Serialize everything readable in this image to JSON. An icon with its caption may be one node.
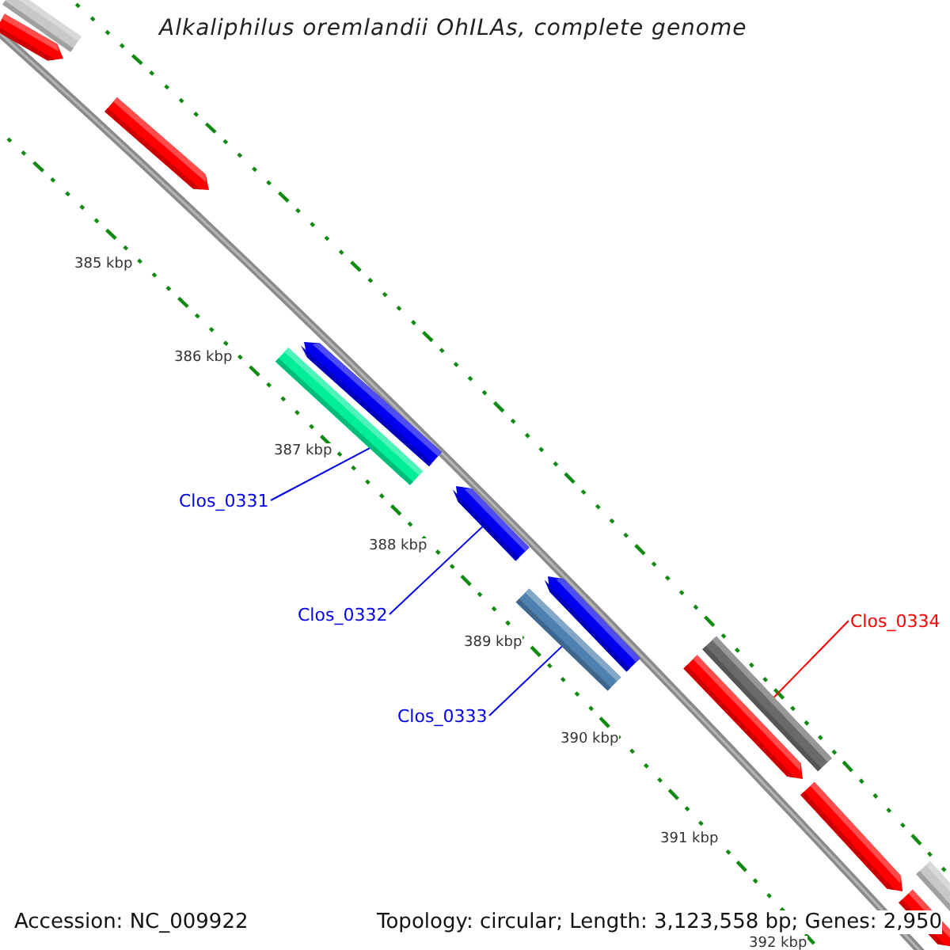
{
  "diagram": {
    "title": "Alkaliphilus oremlandii OhILAs, complete genome",
    "nodes": [
      {
        "text": [
          "Clos_0331"
        ]
      },
      {
        "text": [
          "Clos_0332"
        ]
      },
      {
        "text": [
          "Clos_0333"
        ]
      },
      {
        "text": [
          "Clos_0334"
        ]
      },
      {
        "text": [],
        "shape": "bar"
      },
      {
        "text": [],
        "shape": "pentagon"
      },
      {
        "text": [],
        "shape": "pentagon"
      },
      {
        "text": [],
        "shape": "bar"
      },
      {
        "text": [],
        "shape": "pentagon"
      },
      {
        "text": [],
        "shape": "pentagon"
      },
      {
        "text": [],
        "shape": "bar"
      },
      {
        "text": [],
        "shape": "pentagon"
      },
      {
        "text": [],
        "shape": "pentagon"
      },
      {
        "text": [],
        "shape": "bar"
      },
      {
        "text": [],
        "shape": "pentagon"
      },
      {
        "text": [],
        "shape": "pentagon"
      },
      {
        "text": [],
        "shape": "bar"
      }
    ],
    "edges": [
      {
        "from": 0,
        "to": 7,
        "arrow": "none"
      },
      {
        "from": 1,
        "to": 9,
        "arrow": "none"
      },
      {
        "from": 2,
        "to": 10,
        "arrow": "none"
      },
      {
        "from": 3,
        "to": 13,
        "arrow": "none",
        "color": "#ff0000"
      }
    ],
    "labels": [
      "385 kbp",
      "386 kbp",
      "387 kbp",
      "388 kbp",
      "389 kbp",
      "390 kbp",
      "391 kbp",
      "392 kbp",
      "Accession: NC_009922",
      "Topology: circular; Length: 3,123,558 bp; Genes: 2,950"
    ]
  }
}
